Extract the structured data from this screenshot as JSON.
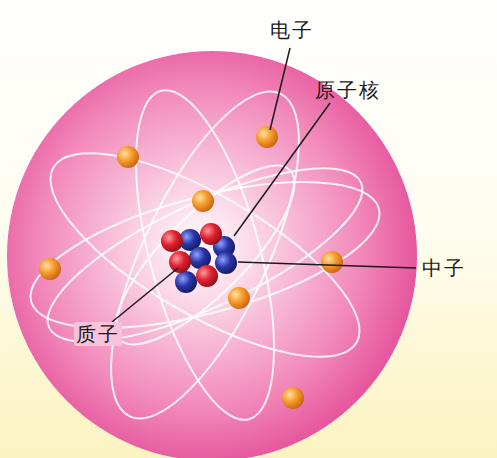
{
  "diagram": {
    "labels": [
      "电子",
      "原子核",
      "中子",
      "质子"
    ]
  }
}
